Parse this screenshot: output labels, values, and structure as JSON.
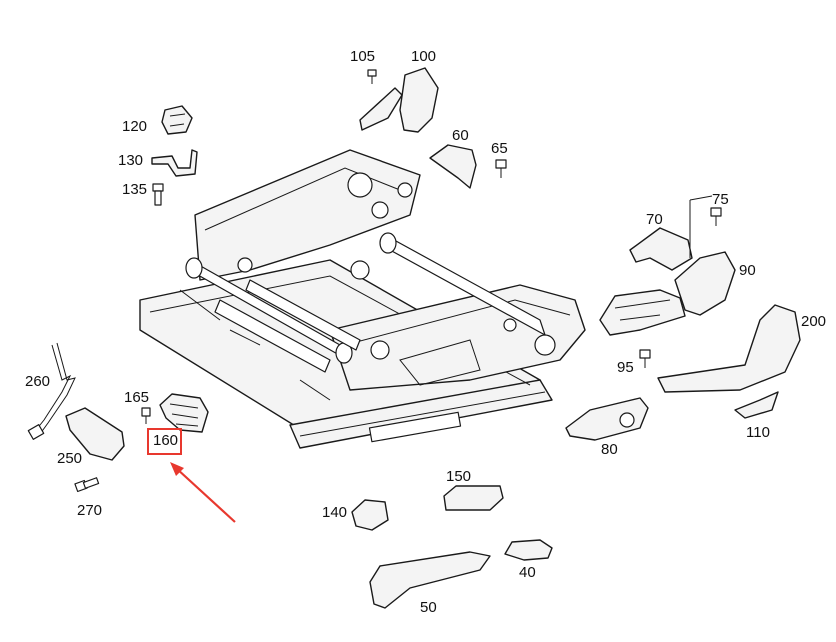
{
  "callouts": {
    "c105": "105",
    "c100": "100",
    "c120": "120",
    "c130": "130",
    "c135": "135",
    "c60": "60",
    "c65": "65",
    "c75": "75",
    "c70": "70",
    "c90": "90",
    "c200": "200",
    "c95": "95",
    "c260": "260",
    "c165": "165",
    "c160": "160",
    "c250": "250",
    "c270": "270",
    "c80": "80",
    "c110": "110",
    "c150": "150",
    "c140": "140",
    "c40": "40",
    "c50": "50"
  },
  "highlight": {
    "part": "160",
    "color": "#e8382e"
  }
}
